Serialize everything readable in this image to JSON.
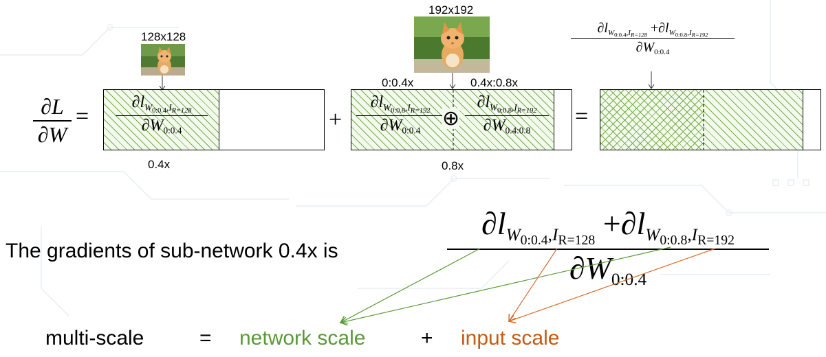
{
  "diagram": {
    "lhs": {
      "num": "∂L",
      "den": "∂W"
    },
    "eq1": "=",
    "eq2": "=",
    "plus": "+",
    "oplus": "⊕",
    "images": [
      {
        "label": "128x128"
      },
      {
        "label": "192x192"
      }
    ],
    "box1": {
      "frac": {
        "num_d": "∂l",
        "num_sub_w": "W",
        "num_sub_w_idx": "0:0.4",
        "num_sub_i": "I",
        "num_sub_i_idx": "R=128",
        "den_d": "∂W",
        "den_idx": "0:0.4"
      },
      "width_label": "0.4x"
    },
    "box2": {
      "left_label": "0:0.4x",
      "right_label": "0.4x:0.8x",
      "frac_left": {
        "num_d": "∂l",
        "num_sub_w": "W",
        "num_sub_w_idx": "0:0.8",
        "num_sub_i": "I",
        "num_sub_i_idx": "R=192",
        "den_d": "∂W",
        "den_idx": "0:0.4"
      },
      "frac_right": {
        "num_d": "∂l",
        "num_sub_w": "W",
        "num_sub_w_idx": "0:0.8",
        "num_sub_i": "I",
        "num_sub_i_idx": "R=192",
        "den_d": "∂W",
        "den_idx": "0.4:0.8"
      },
      "width_label": "0.8x"
    },
    "box3_formula": {
      "t1_d": "∂l",
      "t1_w": "W",
      "t1_w_idx": "0:0.4",
      "t1_i": "I",
      "t1_i_idx": "R=128",
      "plus": "+",
      "t2_d": "∂l",
      "t2_w": "W",
      "t2_w_idx": "0:0.8",
      "t2_i": "I",
      "t2_i_idx": "R=192",
      "den_d": "∂W",
      "den_idx": "0:0.4"
    }
  },
  "statement": {
    "text": "The gradients of sub-network 0.4x is",
    "formula": {
      "t1_d": "∂l",
      "t1_w": "W",
      "t1_w_idx": "0:0.4",
      "t1_i": "I",
      "t1_i_idx": "R=128",
      "plus": "+",
      "t2_d": "∂l",
      "t2_w": "W",
      "t2_w_idx": "0:0.8",
      "t2_i": "I",
      "t2_i_idx": "R=192",
      "den_d": "∂W",
      "den_idx": "0:0.4"
    }
  },
  "equation_line": {
    "term1": "multi-scale",
    "eq": "=",
    "term2": "network scale",
    "plus": "+",
    "term3": "input scale",
    "colors": {
      "network": "#5a9a36",
      "input": "#c55a11"
    }
  }
}
